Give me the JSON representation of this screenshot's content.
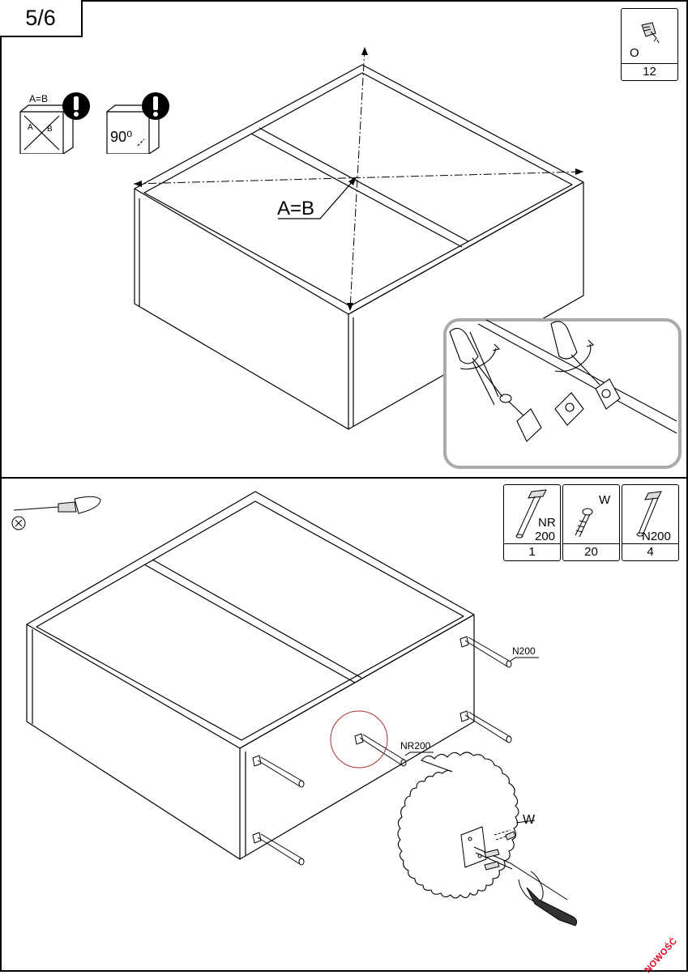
{
  "step": {
    "label": "5/6"
  },
  "top_parts": [
    {
      "code": "O",
      "count": "12",
      "icon": "corner-bracket-icon"
    }
  ],
  "warnings": [
    {
      "label": "A=B",
      "sub_a": "A",
      "sub_b": "B",
      "icon": "diagonal-check-icon"
    },
    {
      "label": "90⁰",
      "icon": "right-angle-icon"
    }
  ],
  "diagram_top": {
    "callout": "A=B"
  },
  "tool": {
    "icon": "phillips-screwdriver-icon"
  },
  "bottom_parts": [
    {
      "code": "NR\n200",
      "code_line1": "NR",
      "code_line2": "200",
      "count": "1",
      "icon": "leg-with-plate-icon"
    },
    {
      "code": "W",
      "count": "20",
      "icon": "screw-icon"
    },
    {
      "code": "N200",
      "count": "4",
      "icon": "leg-icon"
    }
  ],
  "diagram_bottom": {
    "leg_label_1": "N200",
    "leg_label_2": "NR200",
    "detail_label": "W"
  },
  "brand": {
    "text": "NOWOŚĆ",
    "color": "#e0001b"
  }
}
